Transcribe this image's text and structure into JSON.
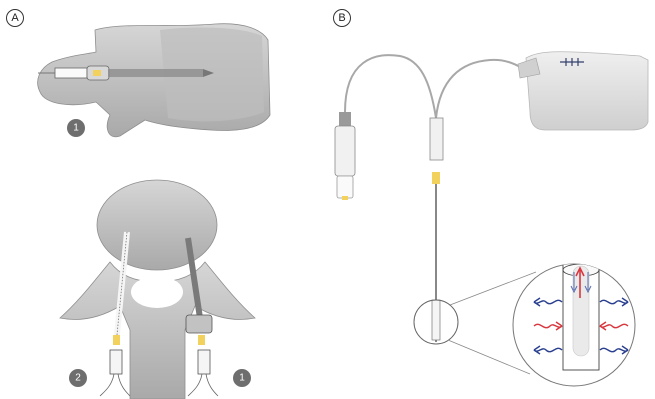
{
  "panels": {
    "a_label": "A",
    "b_label": "B"
  },
  "markers": {
    "top_one": "1",
    "bottom_left_two": "2",
    "bottom_right_one": "1"
  },
  "colors": {
    "bone": "#c9c9c9",
    "bone_shadow": "#9b9b9b",
    "badge": "#6e6e6e",
    "cable": "#a8a8a8",
    "device": "#e3e3e3",
    "yellow_band": "#f2d15c",
    "heat_red": "#d9363e",
    "heat_blue": "#2a3f8f"
  }
}
